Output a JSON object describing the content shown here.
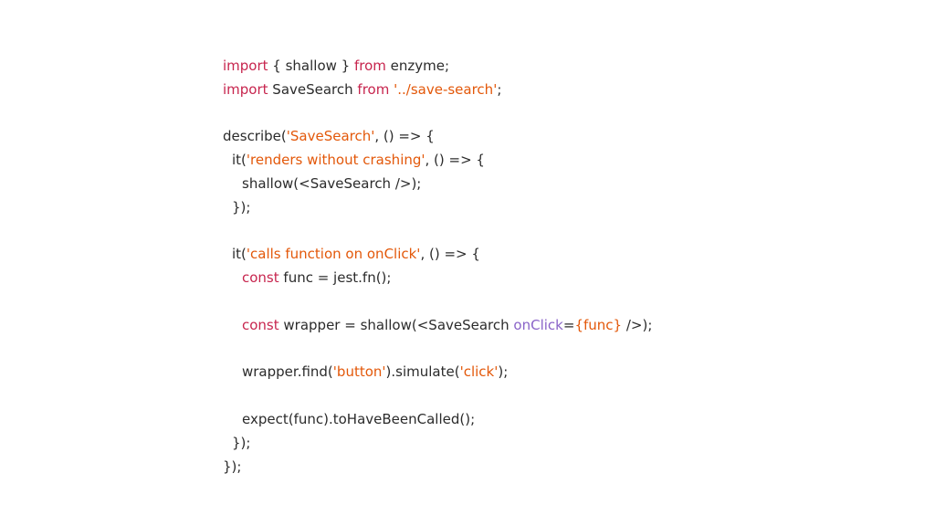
{
  "colors": {
    "text": "#2b2b2b",
    "keyword": "#c7254e",
    "string": "#e3580a",
    "attribute": "#8a63c8",
    "background": "#ffffff"
  },
  "code": {
    "lines": [
      {
        "indent": 0,
        "tokens": [
          {
            "text": "import",
            "kind": "keyword"
          },
          {
            "text": " { shallow } ",
            "kind": "plain"
          },
          {
            "text": "from",
            "kind": "keyword"
          },
          {
            "text": " enzyme;",
            "kind": "plain"
          }
        ]
      },
      {
        "indent": 0,
        "tokens": [
          {
            "text": "import",
            "kind": "keyword"
          },
          {
            "text": " SaveSearch ",
            "kind": "plain"
          },
          {
            "text": "from",
            "kind": "keyword"
          },
          {
            "text": " ",
            "kind": "plain"
          },
          {
            "text": "'../save-search'",
            "kind": "string"
          },
          {
            "text": ";",
            "kind": "plain"
          }
        ]
      },
      {
        "indent": 0,
        "tokens": []
      },
      {
        "indent": 0,
        "tokens": [
          {
            "text": "describe(",
            "kind": "plain"
          },
          {
            "text": "'SaveSearch'",
            "kind": "string"
          },
          {
            "text": ", () => {",
            "kind": "plain"
          }
        ]
      },
      {
        "indent": 1,
        "tokens": [
          {
            "text": "it(",
            "kind": "plain"
          },
          {
            "text": "'renders without crashing'",
            "kind": "string"
          },
          {
            "text": ", () => {",
            "kind": "plain"
          }
        ]
      },
      {
        "indent": 2,
        "tokens": [
          {
            "text": "shallow(<SaveSearch />);",
            "kind": "plain"
          }
        ]
      },
      {
        "indent": 1,
        "tokens": [
          {
            "text": "});",
            "kind": "plain"
          }
        ]
      },
      {
        "indent": 0,
        "tokens": []
      },
      {
        "indent": 1,
        "tokens": [
          {
            "text": "it(",
            "kind": "plain"
          },
          {
            "text": "'calls function on onClick'",
            "kind": "string"
          },
          {
            "text": ", () => {",
            "kind": "plain"
          }
        ]
      },
      {
        "indent": 2,
        "tokens": [
          {
            "text": "const",
            "kind": "keyword"
          },
          {
            "text": " func = jest.fn();",
            "kind": "plain"
          }
        ]
      },
      {
        "indent": 0,
        "tokens": []
      },
      {
        "indent": 2,
        "tokens": [
          {
            "text": "const",
            "kind": "keyword"
          },
          {
            "text": " wrapper = shallow(<SaveSearch ",
            "kind": "plain"
          },
          {
            "text": "onClick",
            "kind": "attribute"
          },
          {
            "text": "=",
            "kind": "plain"
          },
          {
            "text": "{func}",
            "kind": "string"
          },
          {
            "text": " />);",
            "kind": "plain"
          }
        ]
      },
      {
        "indent": 0,
        "tokens": []
      },
      {
        "indent": 2,
        "tokens": [
          {
            "text": "wrapper.find(",
            "kind": "plain"
          },
          {
            "text": "'button'",
            "kind": "string"
          },
          {
            "text": ").simulate(",
            "kind": "plain"
          },
          {
            "text": "'click'",
            "kind": "string"
          },
          {
            "text": ");",
            "kind": "plain"
          }
        ]
      },
      {
        "indent": 0,
        "tokens": []
      },
      {
        "indent": 2,
        "tokens": [
          {
            "text": "expect(func).toHaveBeenCalled();",
            "kind": "plain"
          }
        ]
      },
      {
        "indent": 1,
        "tokens": [
          {
            "text": "});",
            "kind": "plain"
          }
        ]
      },
      {
        "indent": 0,
        "tokens": [
          {
            "text": "});",
            "kind": "plain"
          }
        ]
      }
    ]
  }
}
